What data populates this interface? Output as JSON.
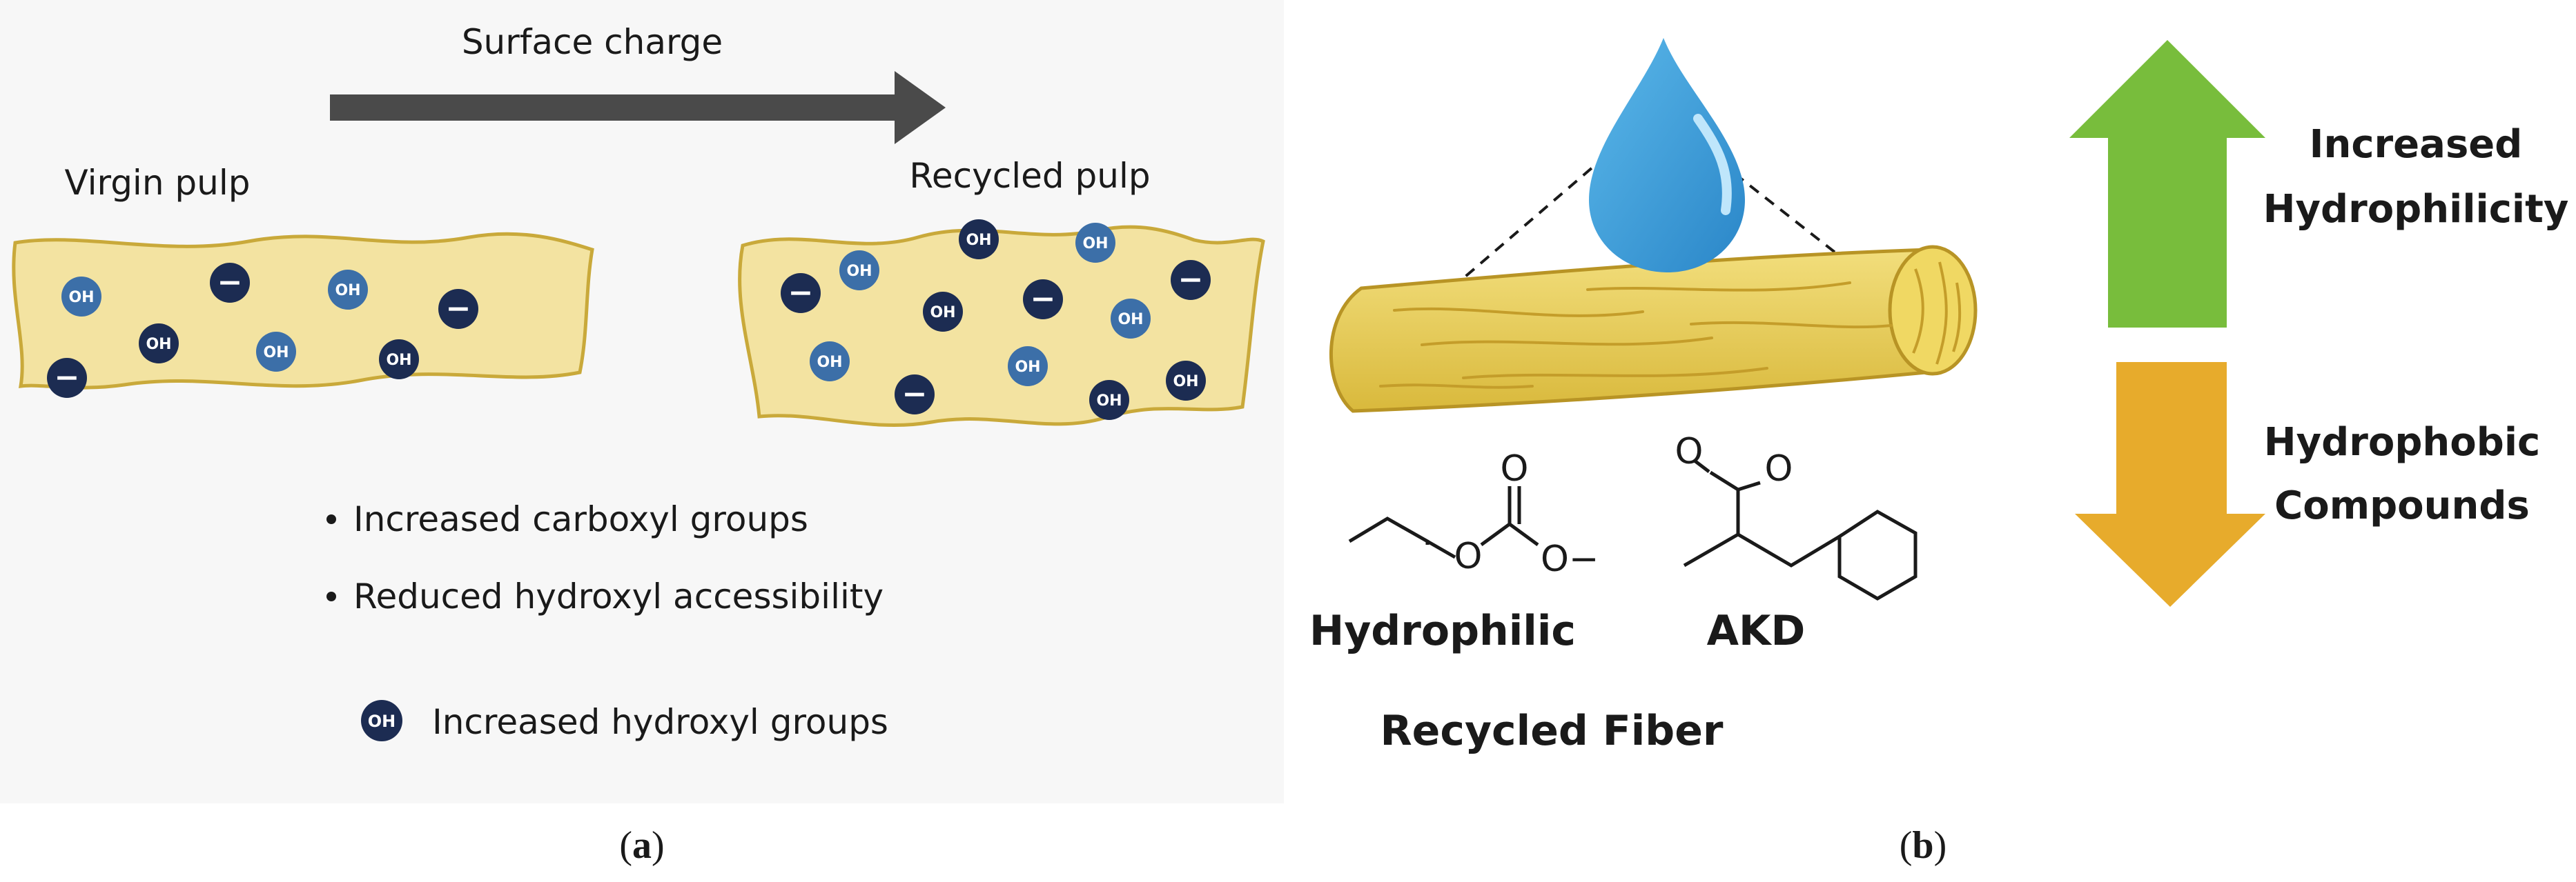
{
  "panel_a": {
    "arrow_label": "Surface charge",
    "virgin_label": "Virgin pulp",
    "recycled_label": "Recycled pulp",
    "bullets": [
      "Increased carboxyl groups",
      "Reduced hydroxyl accessibility"
    ],
    "legend_badge": "OH",
    "legend_text": "Increased hydroxyl groups",
    "caption_prefix": "(",
    "caption_letter": "a",
    "caption_suffix": ")",
    "hydroxyl_badge_text": "OH",
    "carboxyl_symbol": "−"
  },
  "panel_b": {
    "hydrophilic_label": "Hydrophilic",
    "akd_label": "AKD",
    "fiber_label": "Recycled Fiber",
    "up_label_line1": "Increased",
    "up_label_line2": "Hydrophilicity",
    "down_label_line1": "Hydrophobic",
    "down_label_line2": "Compounds",
    "atom_O": "O",
    "atom_O_minus": "O−",
    "caption_prefix": "(",
    "caption_letter": "b",
    "caption_suffix": ")"
  },
  "colors": {
    "pulp_fill": "#f3e3a1",
    "pulp_stroke": "#c9a93a",
    "badge_light": "#3c6fa8",
    "badge_dark": "#1c2c52",
    "process_arrow": "#4a4a4a",
    "fiber_fill": "#ecd35b",
    "droplet": "#3aa0dc",
    "up_arrow": "#78bd3c",
    "down_arrow": "#e7ab2c"
  }
}
